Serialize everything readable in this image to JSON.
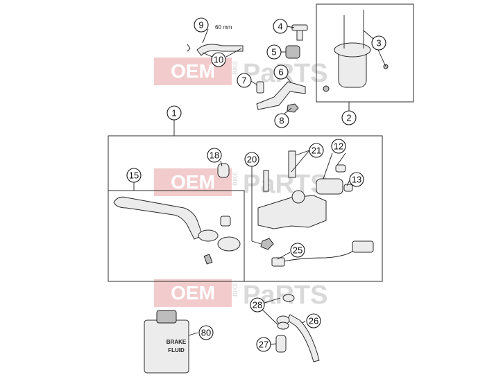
{
  "dimension_label": "60 mm",
  "bottle_label_line1": "BRAKE",
  "bottle_label_line2": "FLUID",
  "watermark": {
    "main": "OEM",
    "side": "BIKE",
    "brand": "PaRTS"
  },
  "callouts": [
    {
      "id": "1",
      "label": "1"
    },
    {
      "id": "2",
      "label": "2"
    },
    {
      "id": "3",
      "label": "3"
    },
    {
      "id": "4",
      "label": "4"
    },
    {
      "id": "5",
      "label": "5"
    },
    {
      "id": "6",
      "label": "6"
    },
    {
      "id": "7",
      "label": "7"
    },
    {
      "id": "8",
      "label": "8"
    },
    {
      "id": "9",
      "label": "9"
    },
    {
      "id": "10",
      "label": "10"
    },
    {
      "id": "12",
      "label": "12"
    },
    {
      "id": "13",
      "label": "13"
    },
    {
      "id": "15",
      "label": "15"
    },
    {
      "id": "18",
      "label": "18"
    },
    {
      "id": "20",
      "label": "20"
    },
    {
      "id": "21",
      "label": "21"
    },
    {
      "id": "25",
      "label": "25"
    },
    {
      "id": "26",
      "label": "26"
    },
    {
      "id": "27",
      "label": "27"
    },
    {
      "id": "28",
      "label": "28"
    },
    {
      "id": "80",
      "label": "80"
    }
  ]
}
